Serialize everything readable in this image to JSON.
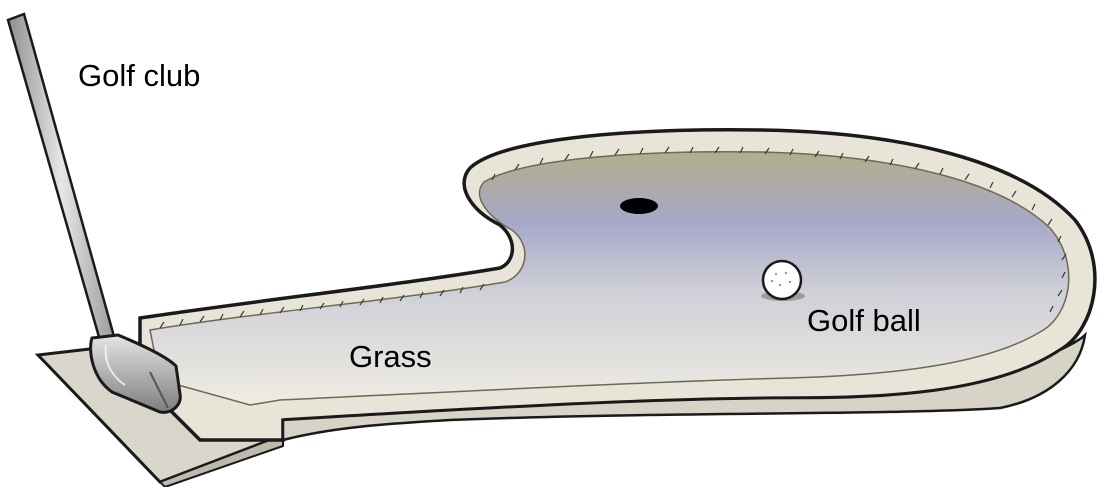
{
  "labels": {
    "golf_club": "Golf club",
    "grass": "Grass",
    "golf_ball": "Golf ball"
  },
  "colors": {
    "outline": "#1a1a1a",
    "course_rim": "#e8e4d8",
    "grass_light": "#efece2",
    "grass_gray": "#cfcfd8",
    "grass_blue": "#a7a8c8",
    "grass_olive": "#b3ad8c",
    "hole": "#000000",
    "ball": "#ffffff",
    "club_shaft": "#c9c9c9",
    "tee_mat": "#d9d6cc"
  }
}
